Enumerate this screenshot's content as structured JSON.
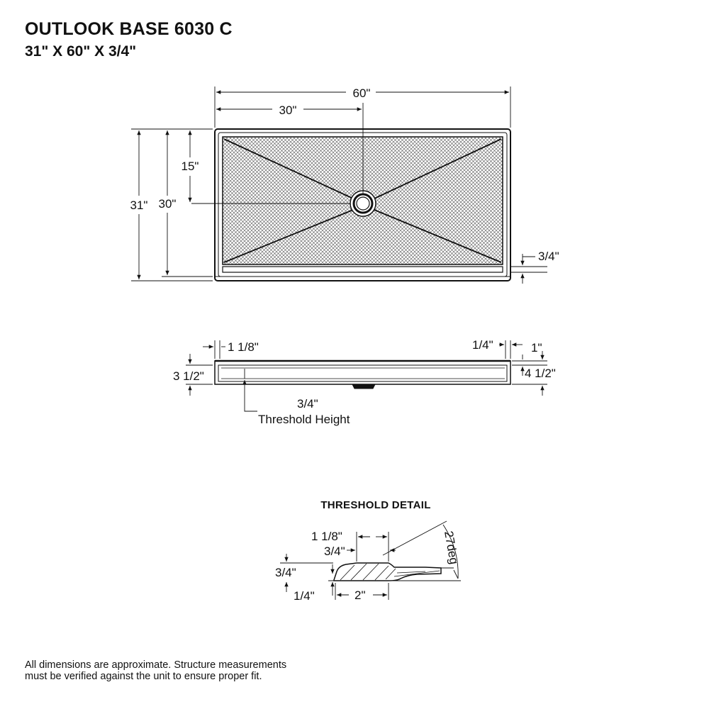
{
  "header": {
    "title": "OUTLOOK BASE 6030 C",
    "subtitle": "31\" X 60\" X 3/4\""
  },
  "plan_view": {
    "dim_overall_width": "60\"",
    "dim_half_width": "30\"",
    "dim_drain_depth": "15\"",
    "dim_inner_depth": "30\"",
    "dim_overall_depth": "31\"",
    "dim_threshold": "3/4\""
  },
  "side_view": {
    "dim_left_wall": "1 1/8\"",
    "dim_left_height": "3 1/2\"",
    "dim_right_wall": "1/4\"",
    "dim_right_step": "1\"",
    "dim_right_height": "4 1/2\"",
    "threshold_value": "3/4\"",
    "threshold_label": "Threshold Height"
  },
  "threshold_detail": {
    "title": "THRESHOLD DETAIL",
    "dim_top_width": "1 1/8\"",
    "dim_inset": "3/4\"",
    "dim_height": "3/4\"",
    "dim_base": "1/4\"",
    "dim_width": "2\"",
    "dim_angle": "27deg"
  },
  "footer": {
    "note_line1": "All dimensions are approximate. Structure measurements",
    "note_line2": "must be verified against the unit to ensure proper fit."
  }
}
